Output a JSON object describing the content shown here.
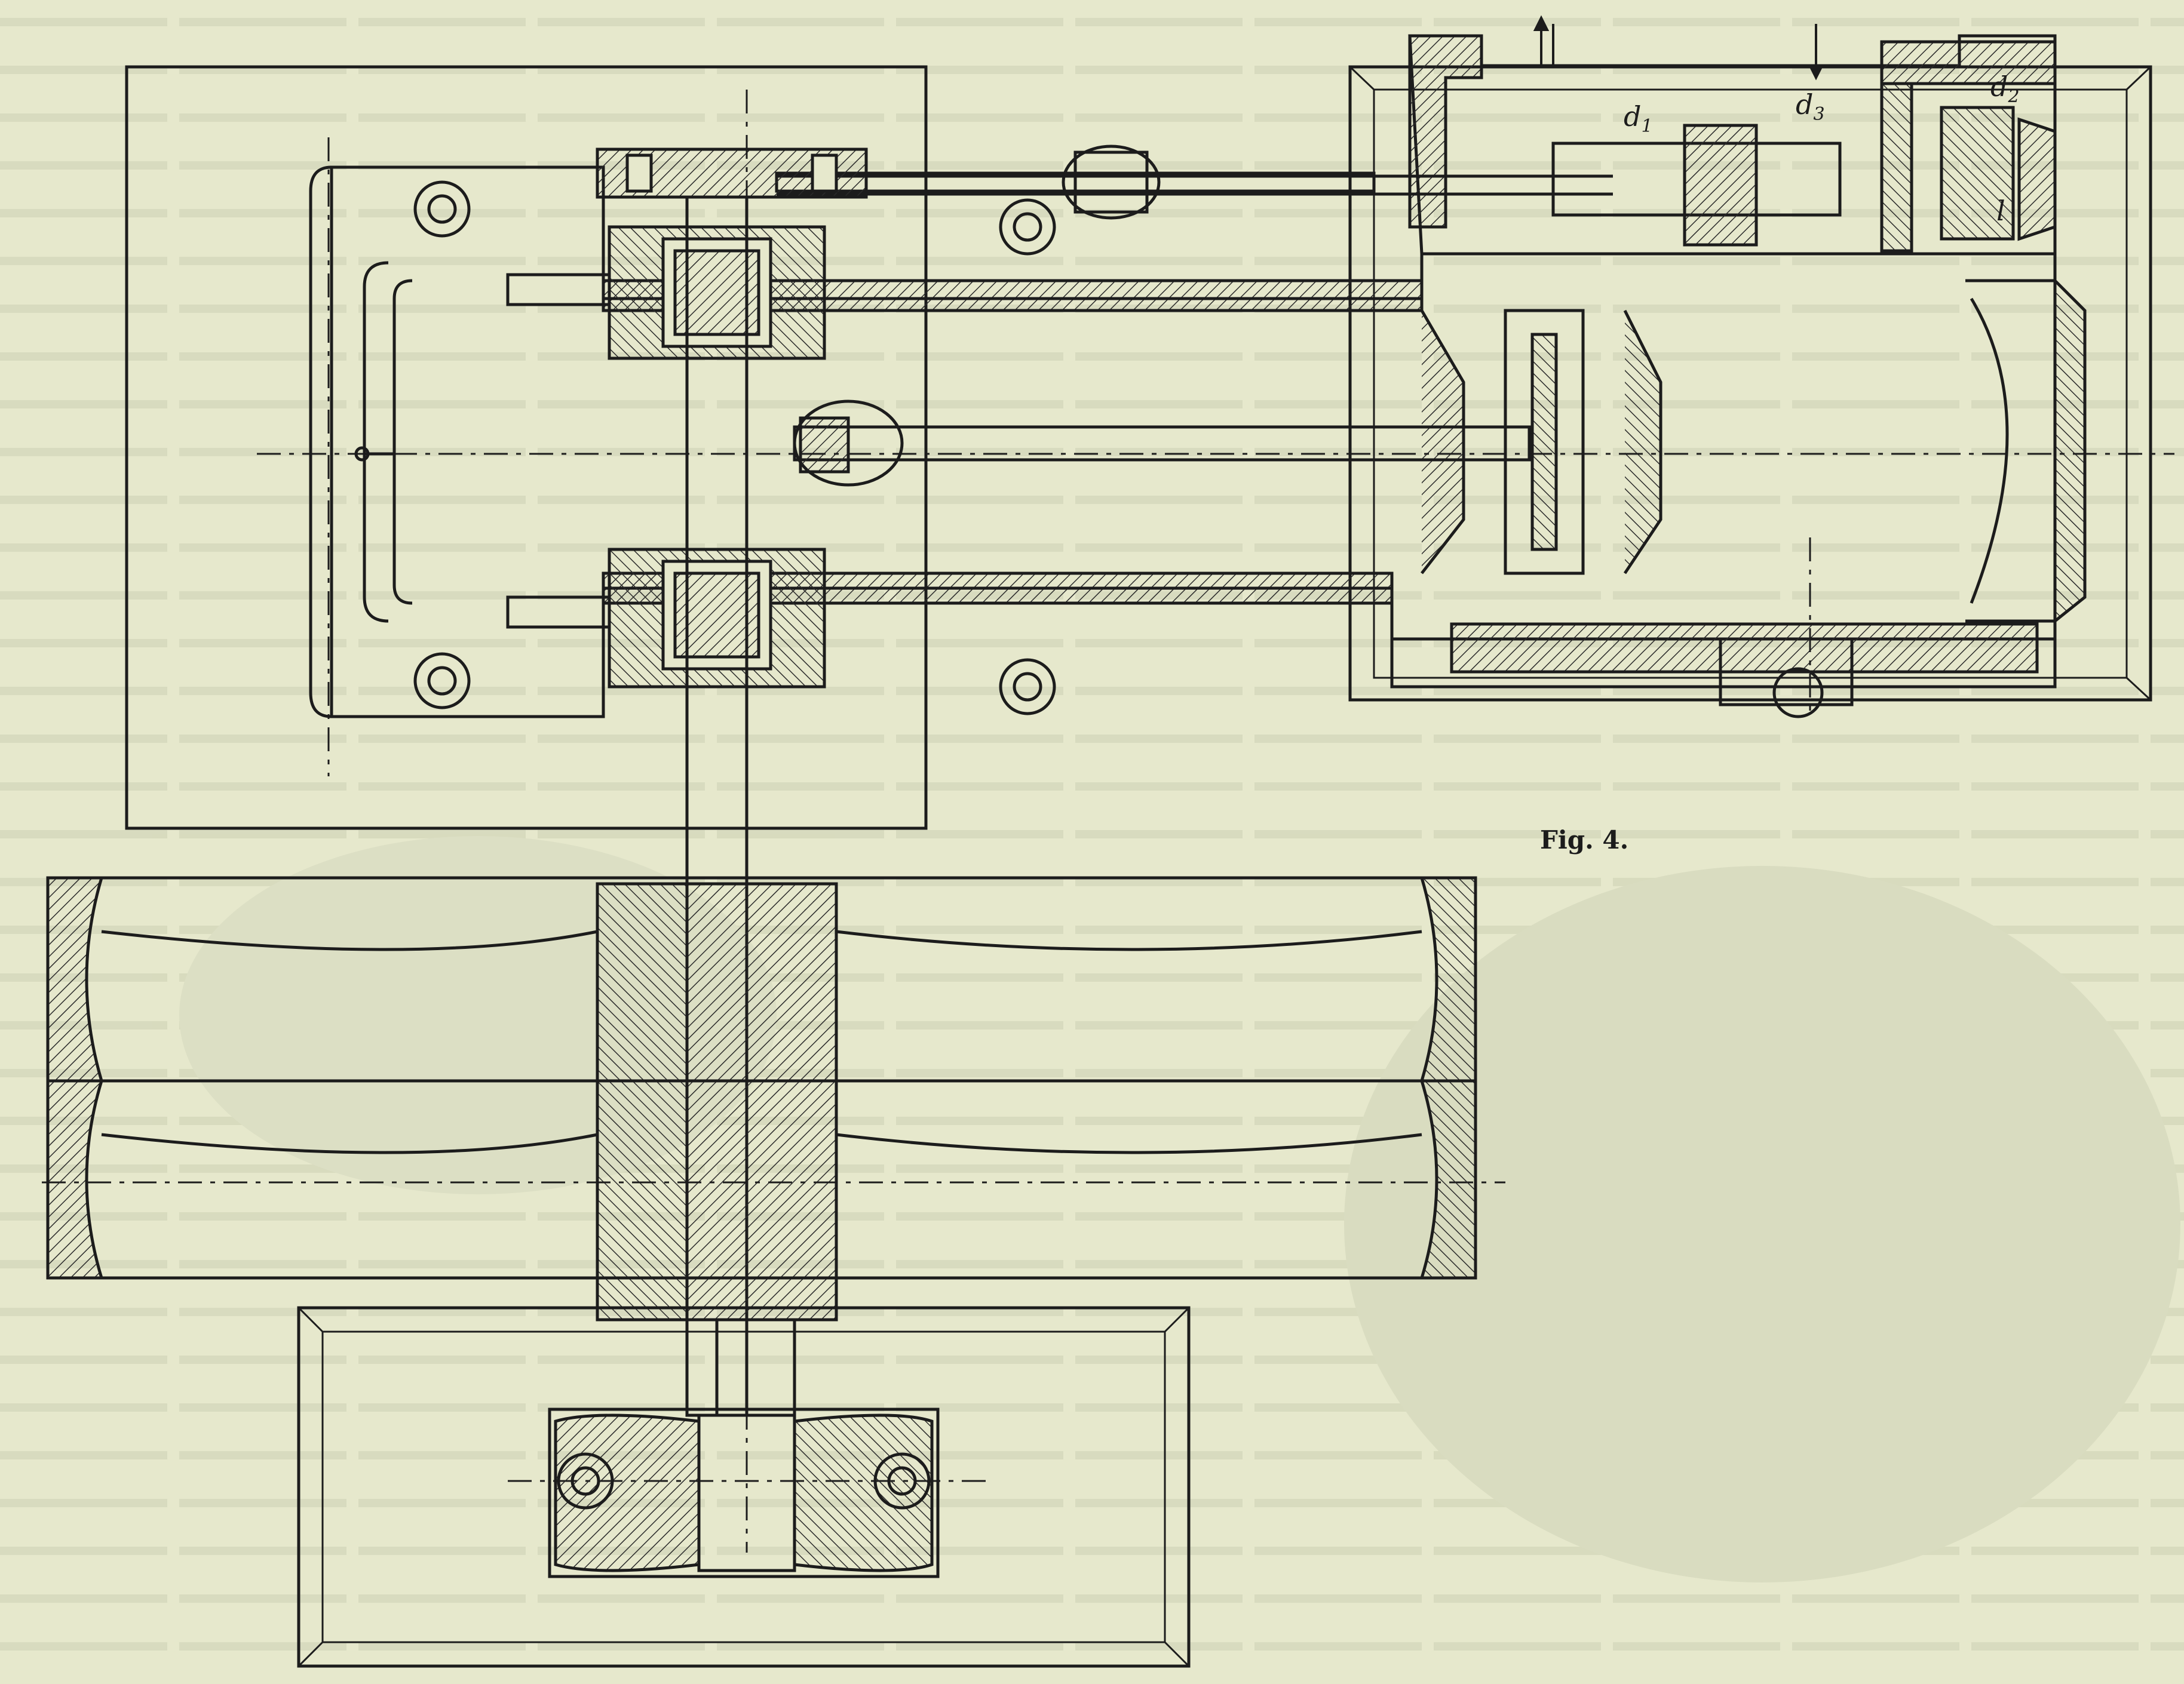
{
  "figure": {
    "caption": "Fig. 4.",
    "labels": [
      {
        "id": "d1",
        "main": "d",
        "sub": "1"
      },
      {
        "id": "d3",
        "main": "d",
        "sub": "3"
      },
      {
        "id": "d2",
        "main": "d",
        "sub": "2"
      },
      {
        "id": "l",
        "main": "l",
        "sub": ""
      }
    ]
  },
  "colors": {
    "paper": "#e6e8cc",
    "ink": "#1c1c1c",
    "hatch": "#2a2a2a",
    "ghost_text": "#b9bea4"
  }
}
